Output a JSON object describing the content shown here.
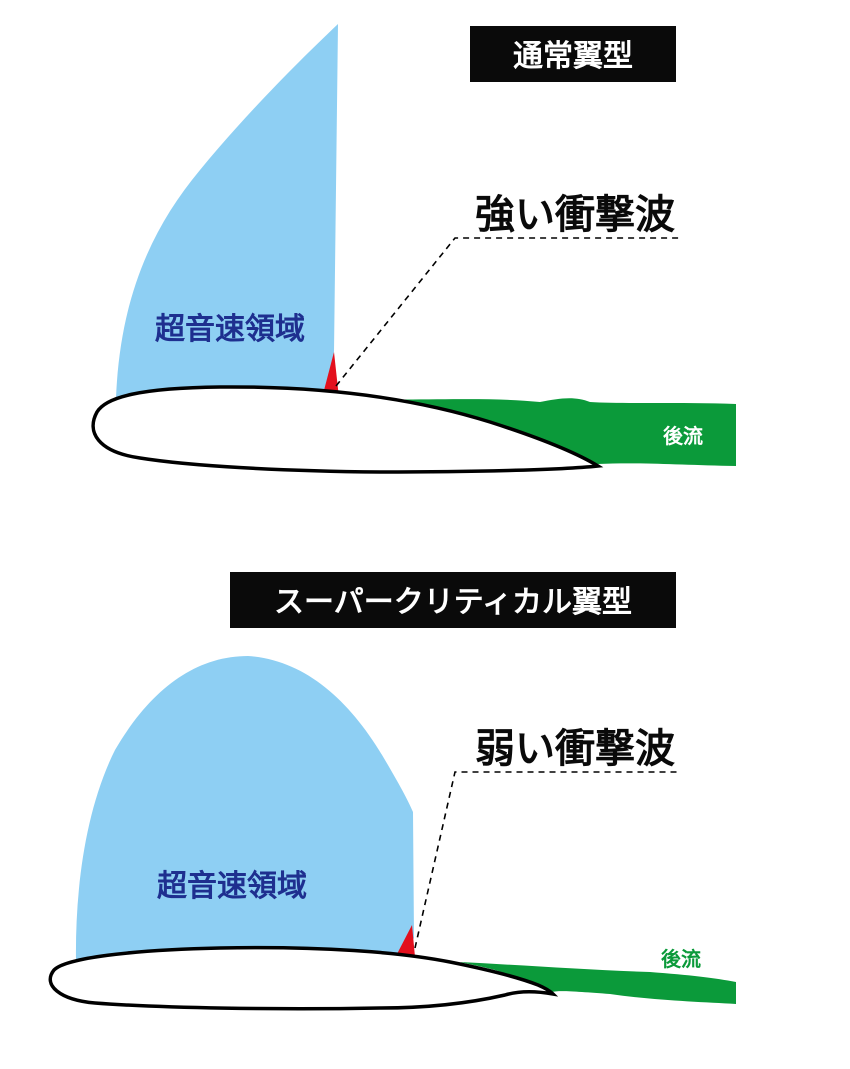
{
  "panels": [
    {
      "title": "通常翼型",
      "shock_label": "強い衝撃波",
      "region_label": "超音速領域",
      "wake_label": "後流",
      "colors": {
        "supersonic": "#8ecff3",
        "shock": "#e3101d",
        "wake": "#0b9a3a"
      }
    },
    {
      "title": "スーパークリティカル翼型",
      "shock_label": "弱い衝撃波",
      "region_label": "超音速領域",
      "wake_label": "後流",
      "colors": {
        "supersonic": "#8ecff3",
        "shock": "#e3101d",
        "wake": "#0b9a3a"
      }
    }
  ]
}
